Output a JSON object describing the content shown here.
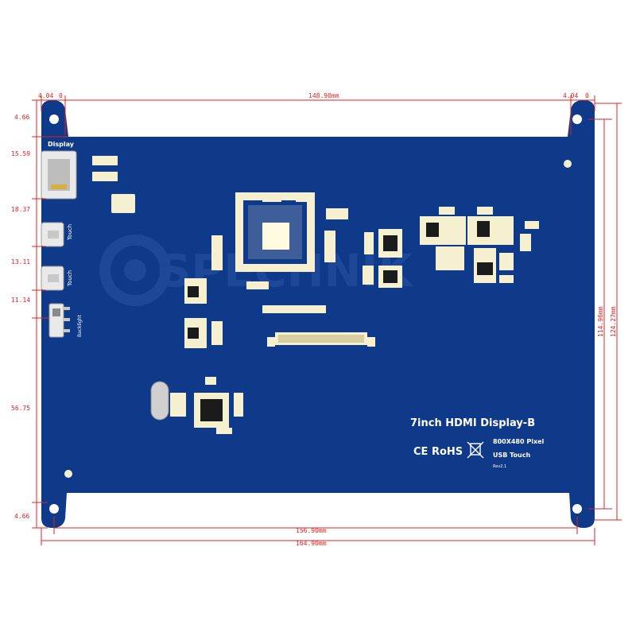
{
  "board": {
    "title": "7inch HDMI Display-B",
    "spec_resolution": "800X480 Pixel",
    "spec_touch": "USB Touch",
    "revision": "Rev2.1",
    "cert_marks": "CE RoHS",
    "connector_display": "Display",
    "connector_touch_1": "Touch",
    "connector_touch_2": "Touch",
    "switch_backlight": "Backlight",
    "watermark": "SPECHNIK",
    "colors": {
      "pcb": "#0f3a8a",
      "dimension": "#e02020",
      "pad": "#f5f0d0"
    }
  },
  "dimensions": {
    "top_left_margin": "4.04",
    "top_left_margin_b": "0",
    "top_width": "148.90mm",
    "top_right_margin": "4.04",
    "top_right_margin_b": "0",
    "left_top": "4.66",
    "left_display": "15.59",
    "left_touch1": "18.37",
    "left_touch2": "13.11",
    "left_backlight": "11.14",
    "left_lower": "56.75",
    "left_bottom": "4.66",
    "bottom_inner": "156.90mm",
    "bottom_outer": "164.90mm",
    "right_inner": "114.96mm",
    "right_outer": "124.27mm"
  }
}
